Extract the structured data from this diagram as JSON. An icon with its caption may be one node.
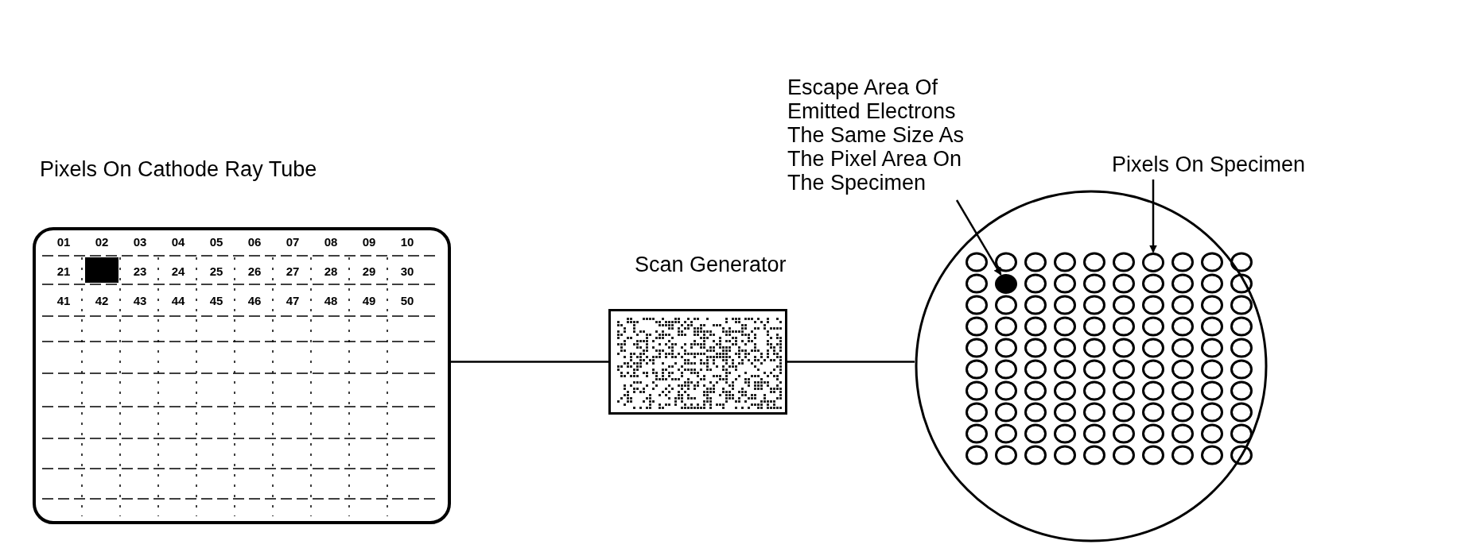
{
  "diagram": {
    "nodes": [
      {
        "text": [
          "Pixels On Cathode Ray Tube"
        ]
      },
      {
        "text": [
          "Scan Generator"
        ]
      },
      {
        "text": [],
        "shape": "circle"
      },
      {
        "text": [
          "Escape Area Of Emitted Electrons The Same Size As The Pixel Area On The Specimen"
        ]
      },
      {
        "text": [],
        "shape": "circle",
        "in": 2
      },
      {
        "text": [
          "Pixels On Specimen"
        ]
      },
      {
        "text": [],
        "shape": "circle",
        "in": 2
      }
    ],
    "edges": [
      {
        "from": 0,
        "to": 1,
        "arrow": "none"
      },
      {
        "from": 1,
        "to": 2,
        "arrow": "none"
      },
      {
        "from": 3,
        "to": 4,
        "arrow": "to"
      },
      {
        "from": 5,
        "to": 6,
        "arrow": "to"
      }
    ],
    "labels": [
      "01",
      "02",
      "03",
      "04",
      "05",
      "06",
      "07",
      "08",
      "09",
      "10",
      "21",
      "23",
      "24",
      "25",
      "26",
      "27",
      "28",
      "29",
      "30",
      "41",
      "42",
      "43",
      "44",
      "45",
      "46",
      "47",
      "48",
      "49",
      "50"
    ]
  }
}
